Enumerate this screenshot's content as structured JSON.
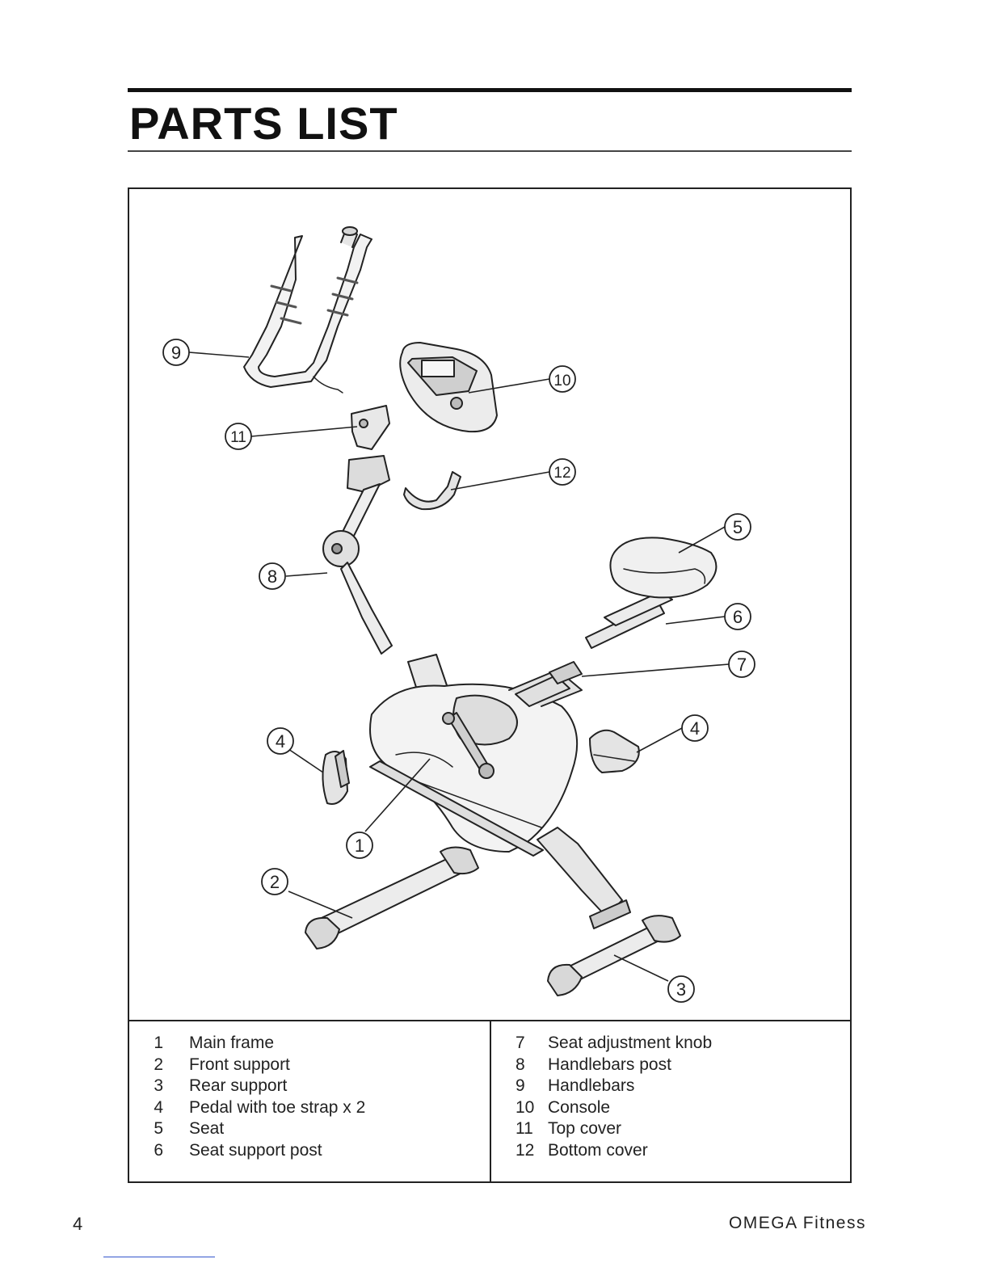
{
  "header": {
    "title": "PARTS LIST"
  },
  "diagram": {
    "callouts": [
      {
        "id": "1",
        "label": "1"
      },
      {
        "id": "2",
        "label": "2"
      },
      {
        "id": "3",
        "label": "3"
      },
      {
        "id": "4a",
        "label": "4"
      },
      {
        "id": "4b",
        "label": "4"
      },
      {
        "id": "5",
        "label": "5"
      },
      {
        "id": "6",
        "label": "6"
      },
      {
        "id": "7",
        "label": "7"
      },
      {
        "id": "8",
        "label": "8"
      },
      {
        "id": "9",
        "label": "9"
      },
      {
        "id": "10",
        "label": "10"
      },
      {
        "id": "11",
        "label": "11"
      },
      {
        "id": "12",
        "label": "12"
      }
    ]
  },
  "parts": {
    "left": [
      {
        "num": "1",
        "name": "Main frame"
      },
      {
        "num": "2",
        "name": "Front support"
      },
      {
        "num": "3",
        "name": "Rear support"
      },
      {
        "num": "4",
        "name": "Pedal with toe strap x 2"
      },
      {
        "num": "5",
        "name": "Seat"
      },
      {
        "num": "6",
        "name": "Seat support post"
      }
    ],
    "right": [
      {
        "num": "7",
        "name": "Seat adjustment knob"
      },
      {
        "num": "8",
        "name": "Handlebars post"
      },
      {
        "num": "9",
        "name": "Handlebars"
      },
      {
        "num": "10",
        "name": "Console"
      },
      {
        "num": "11",
        "name": "Top cover"
      },
      {
        "num": "12",
        "name": "Bottom cover"
      }
    ]
  },
  "footer": {
    "page_number": "4",
    "brand": "OMEGA Fitness"
  }
}
